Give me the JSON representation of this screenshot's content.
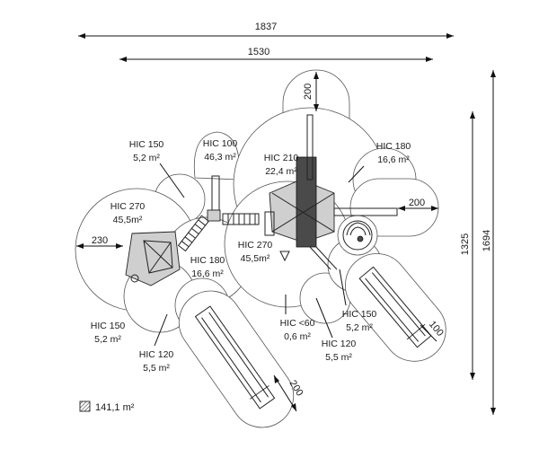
{
  "dimensions": {
    "overall_width": "1837",
    "inner_width": "1530",
    "overall_height": "1694",
    "inner_height": "1325",
    "top_tower": "200",
    "right_platform": "200",
    "left_platform": "230",
    "slide_bottom": "200",
    "slide_right": "100"
  },
  "zones": [
    {
      "hic": "HIC 150",
      "area": "5,2 m²"
    },
    {
      "hic": "HIC 100",
      "area": "46,3 m²"
    },
    {
      "hic": "HIC 210",
      "area": "22,4 m²"
    },
    {
      "hic": "HIC 180",
      "area": "16,6 m²"
    },
    {
      "hic": "HIC 270",
      "area": "45,5m²"
    },
    {
      "hic": "HIC 180",
      "area": "16,6 m²"
    },
    {
      "hic": "HIC 270",
      "area": "45,5m²"
    },
    {
      "hic": "HIC 150",
      "area": "5,2 m²"
    },
    {
      "hic": "HIC 120",
      "area": "5,5 m²"
    },
    {
      "hic": "HIC <60",
      "area": "0,6 m²"
    },
    {
      "hic": "HIC 150",
      "area": "5,2 m²"
    },
    {
      "hic": "HIC 120",
      "area": "5,5 m²"
    }
  ],
  "legend": {
    "total_area": "141,1 m²"
  }
}
